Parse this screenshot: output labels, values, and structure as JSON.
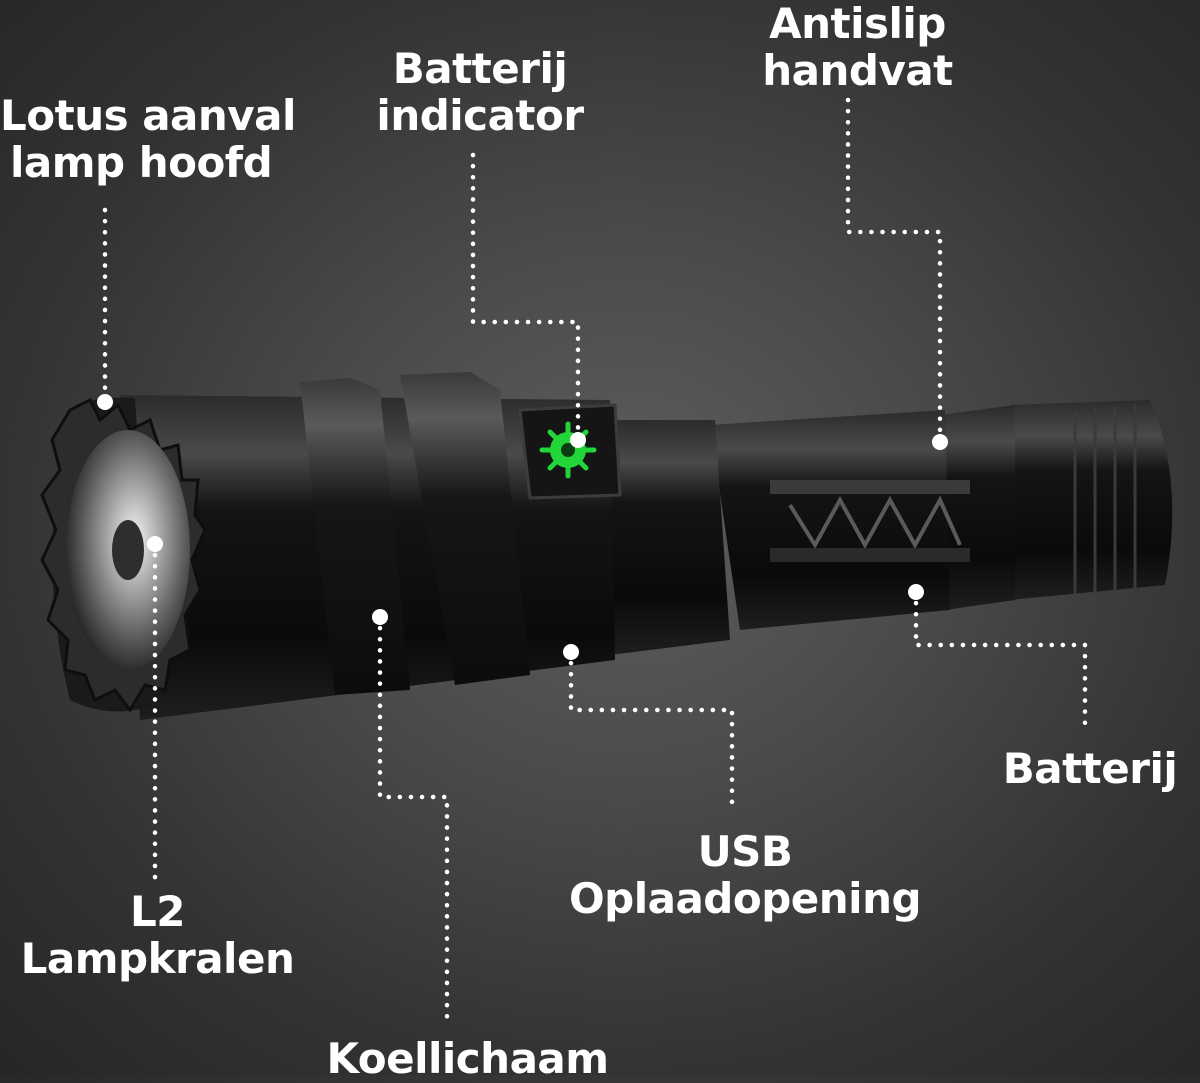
{
  "accent_colors": {
    "indicator": "#22d63a",
    "leader": "#ffffff",
    "body": "#111111"
  },
  "icons": [
    "flashlight-image",
    "battery-indicator-icon"
  ],
  "labels": {
    "lotus": {
      "line1": "Lotus aanval",
      "line2": "lamp hoofd"
    },
    "battery_indicator": {
      "line1": "Batterij",
      "line2": "indicator"
    },
    "antislip": {
      "line1": "Antislip",
      "line2": "handvat"
    },
    "battery": {
      "line1": "Batterij"
    },
    "usb": {
      "line1": "USB",
      "line2": "Oplaadopening"
    },
    "l2": {
      "line1": "L2",
      "line2": "Lampkralen"
    },
    "cooling": {
      "line1": "Koellichaam"
    }
  }
}
